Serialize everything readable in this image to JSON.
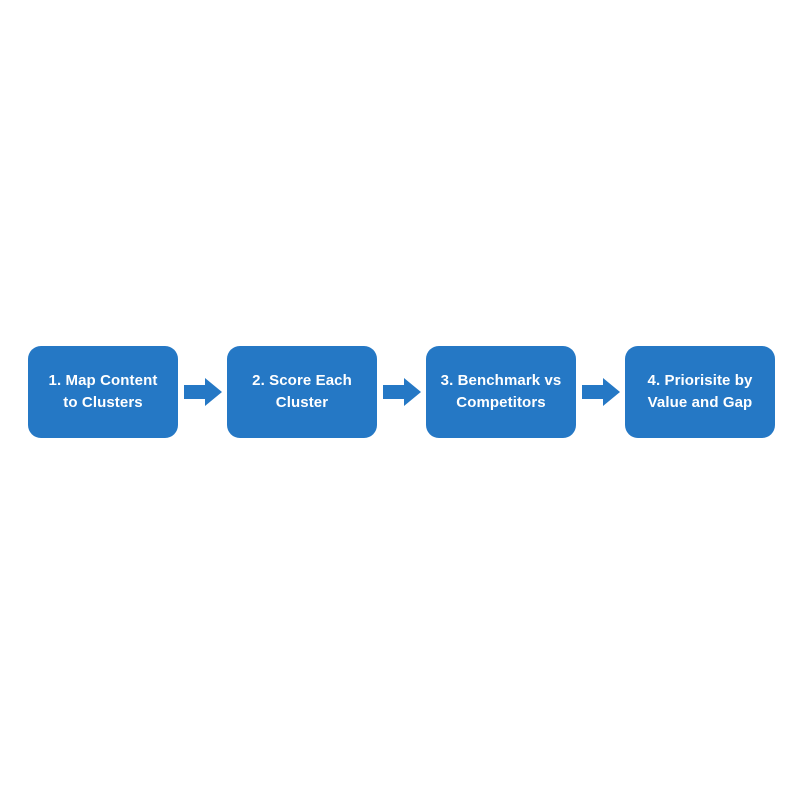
{
  "diagram": {
    "type": "horizontal-process-flow",
    "background_color": "#ffffff",
    "box_color": "#2578c5",
    "text_color": "#ffffff",
    "arrow_color": "#2578c5",
    "steps": [
      {
        "label": "1. Map Content\nto Clusters"
      },
      {
        "label": "2. Score Each\nCluster"
      },
      {
        "label": "3. Benchmark vs\nCompetitors"
      },
      {
        "label": "4. Priorisite by\nValue and Gap"
      }
    ],
    "connectors": [
      {
        "icon": "arrow-right-icon"
      },
      {
        "icon": "arrow-right-icon"
      },
      {
        "icon": "arrow-right-icon"
      }
    ]
  }
}
